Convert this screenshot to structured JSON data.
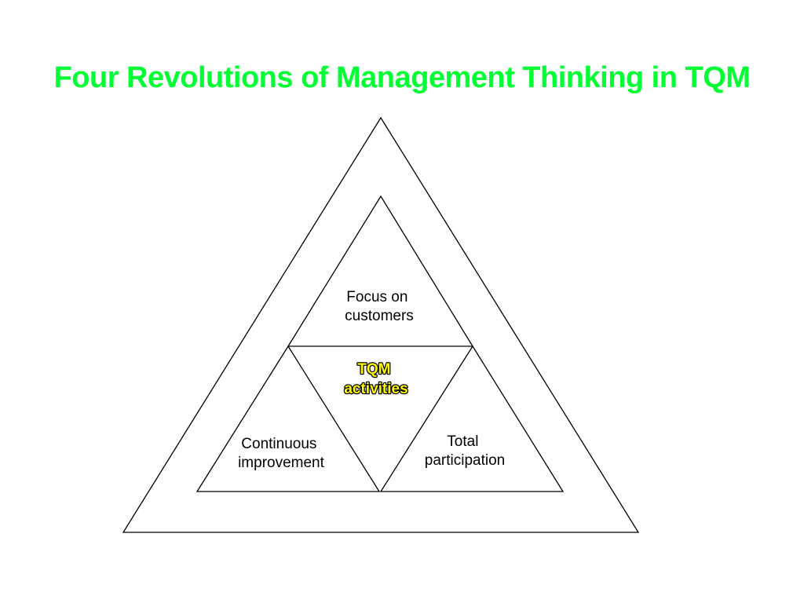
{
  "slide": {
    "title": "Four Revolutions of Management Thinking in TQM"
  },
  "diagram": {
    "top_label_line1": "Focus on",
    "top_label_line2": "customers",
    "center_label_line1": "TQM",
    "center_label_line2": "activities",
    "left_label_line1": "Continuous",
    "left_label_line2": "improvement",
    "right_label_line1": "Total",
    "right_label_line2": "participation"
  },
  "colors": {
    "title": "#00ff33",
    "center_text": "#ffff00",
    "lines": "#000000",
    "background": "#ffffff"
  }
}
